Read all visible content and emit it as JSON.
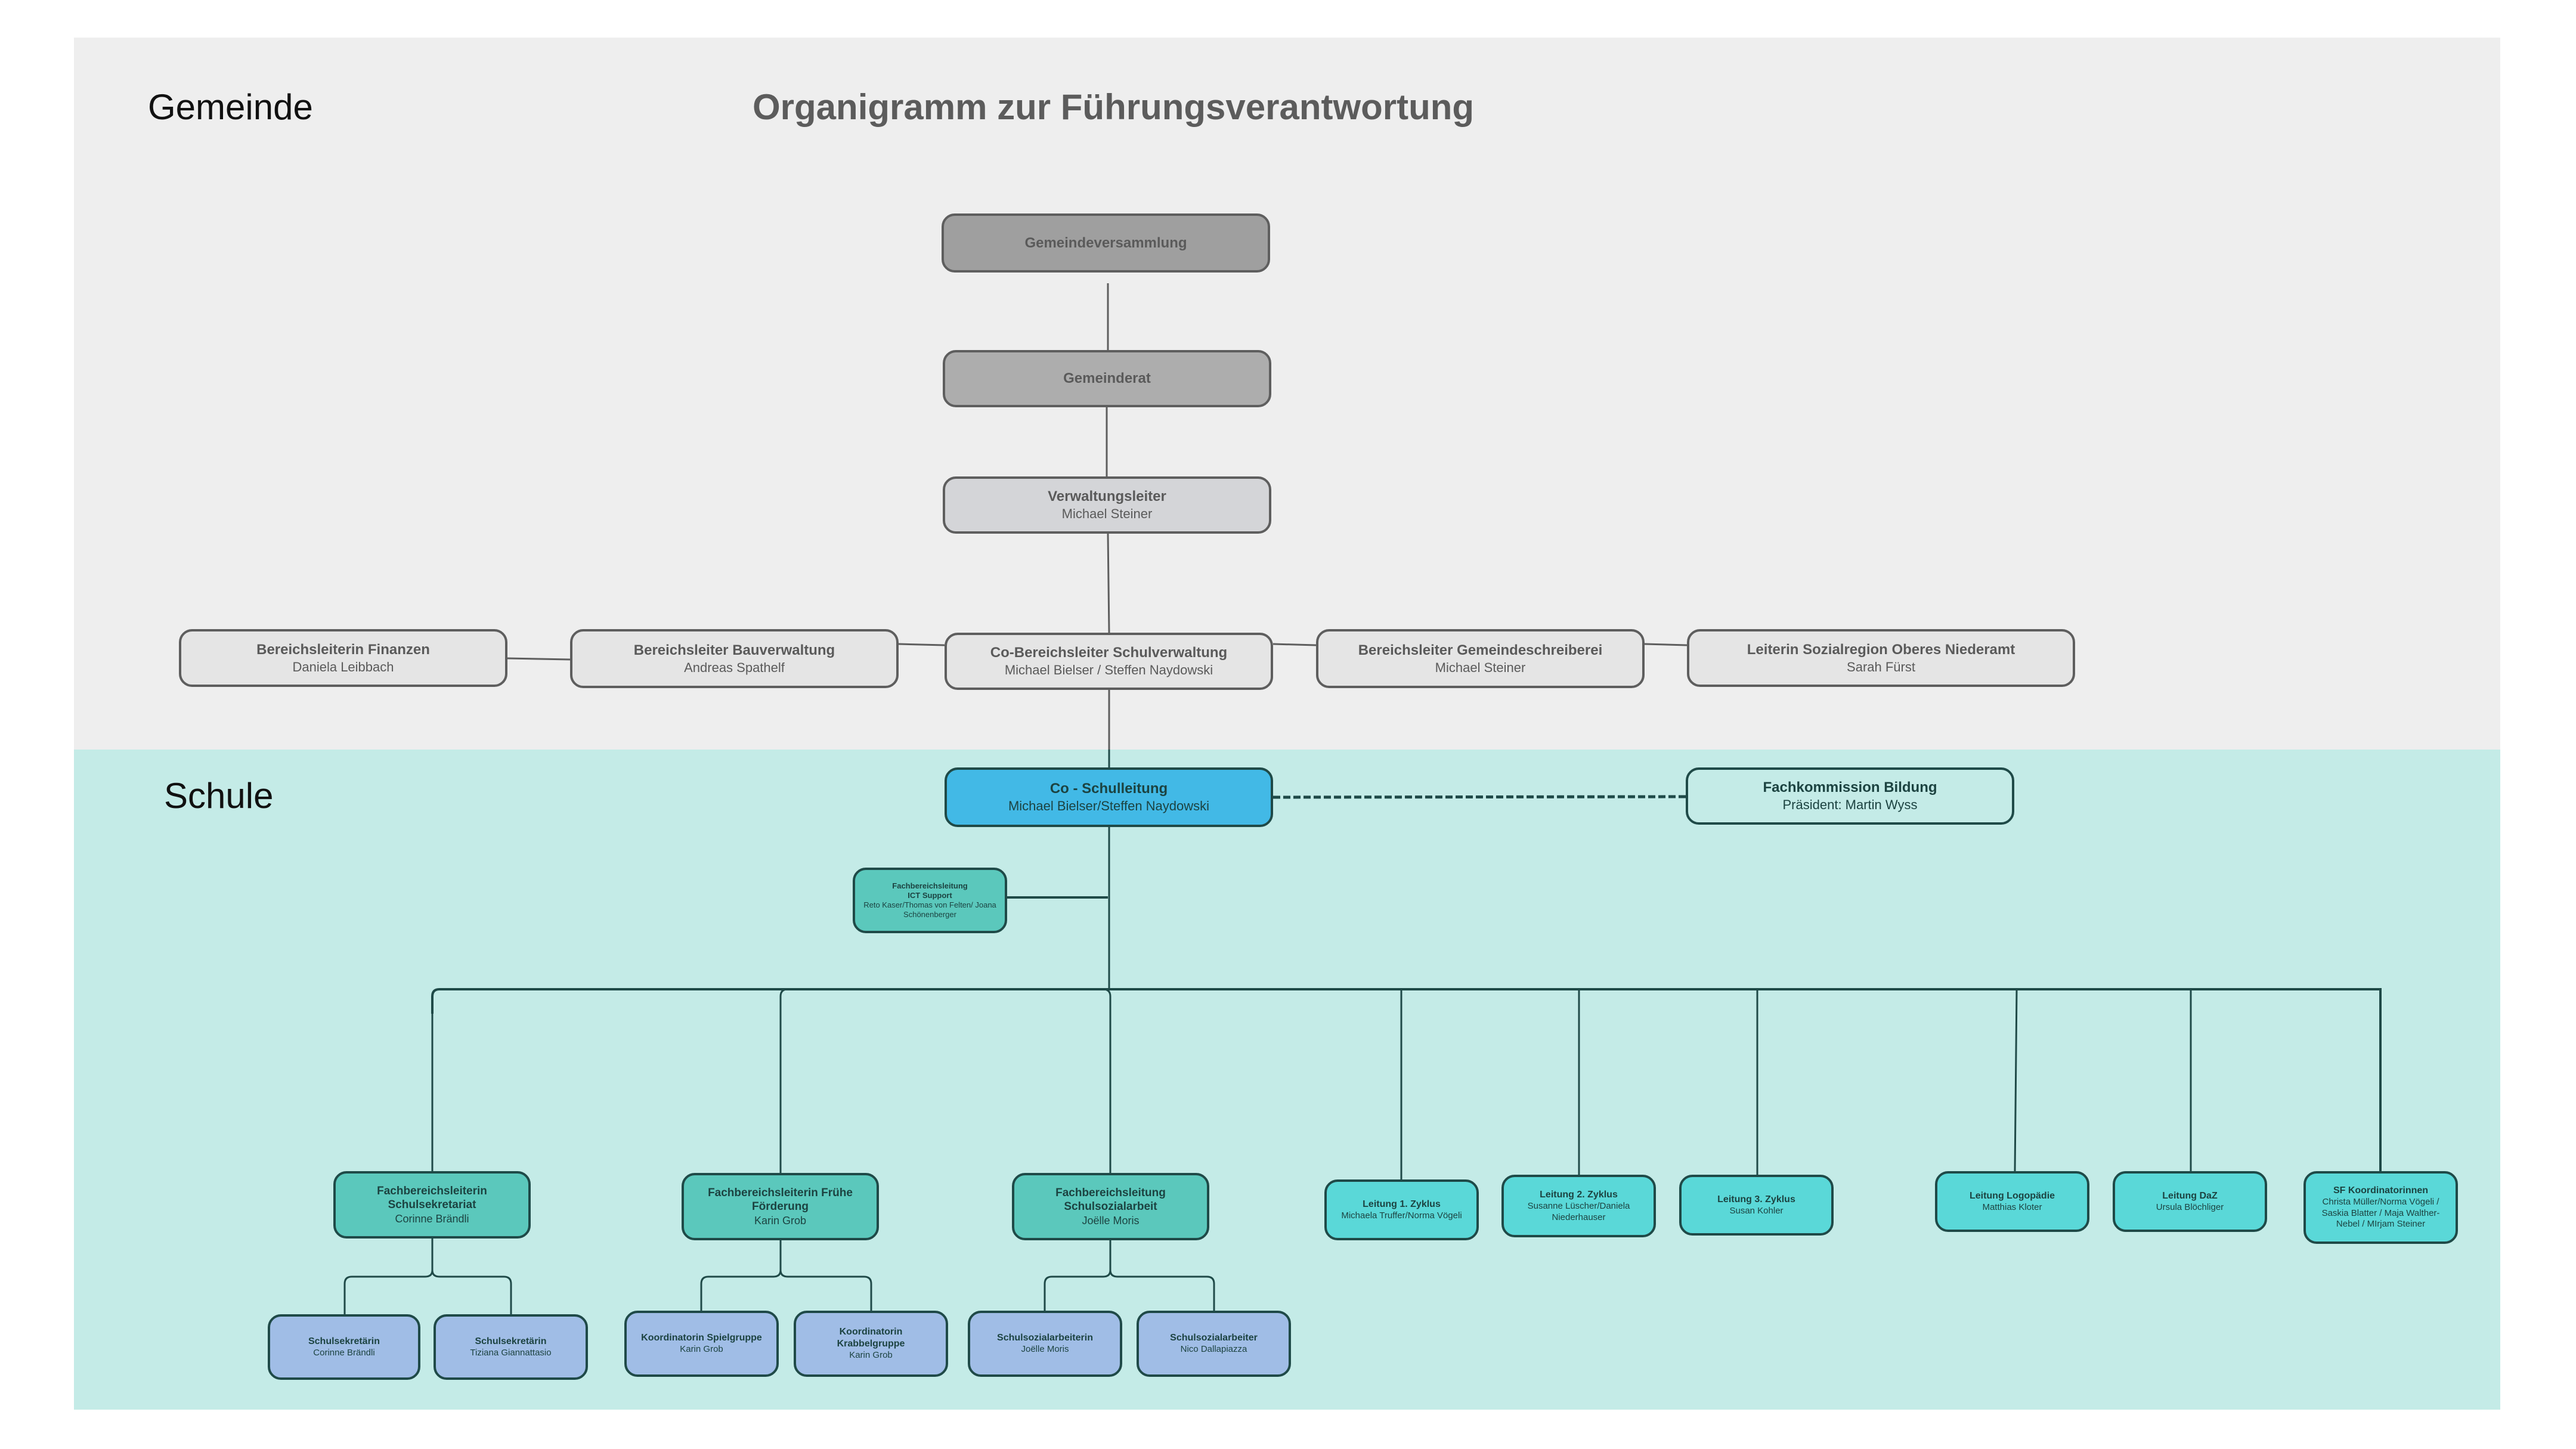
{
  "header": {
    "title": "Organigramm zur Führungsverantwortung"
  },
  "sections": {
    "gemeinde": "Gemeinde",
    "schule": "Schule"
  },
  "colors": {
    "gemeinde_band": "#eeeeee",
    "schule_band": "#c4ebe7",
    "schulleitung": "#42b9e6",
    "fachbereich": "#5bc8bc",
    "leitung": "#5ad8d8",
    "mitarbeitende": "#a0bde6",
    "line_gemeinde": "#5e5e5e",
    "line_schule": "#1f4a48"
  },
  "gemeinde": {
    "gemeindeversammlung": {
      "title": "Gemeindeversammlung"
    },
    "gemeinderat": {
      "title": "Gemeinderat"
    },
    "verwaltungsleiter": {
      "title": "Verwaltungsleiter",
      "name": "Michael Steiner"
    },
    "bereiche": [
      {
        "title": "Bereichsleiterin Finanzen",
        "name": "Daniela Leibbach"
      },
      {
        "title": "Bereichsleiter Bauverwaltung",
        "name": "Andreas Spathelf"
      },
      {
        "title": "Co-Bereichsleiter Schulverwaltung",
        "name": "Michael Bielser / Steffen Naydowski"
      },
      {
        "title": "Bereichsleiter Gemeindeschreiberei",
        "name": "Michael Steiner"
      },
      {
        "title": "Leiterin Sozialregion Oberes Niederamt",
        "name": "Sarah Fürst"
      }
    ]
  },
  "schule": {
    "schulleitung": {
      "title": "Co - Schulleitung",
      "name": "Michael Bielser/Steffen Naydowski"
    },
    "fachkommission": {
      "title": "Fachkommission Bildung",
      "name": "Präsident: Martin Wyss"
    },
    "ict": {
      "title_line1": "Fachbereichsleitung",
      "title_line2": "ICT Support",
      "name": "Reto Kaser/Thomas von Felten/ Joana Schönenberger"
    },
    "fachbereiche": [
      {
        "title": "Fachbereichsleiterin Schulsekretariat",
        "name": "Corinne Brändli"
      },
      {
        "title": "Fachbereichsleiterin Frühe Förderung",
        "name": "Karin Grob"
      },
      {
        "title": "Fachbereichsleitung Schulsozialarbeit",
        "name": "Joëlle Moris"
      }
    ],
    "leitungen": [
      {
        "title": "Leitung 1. Zyklus",
        "name": "Michaela Truffer/Norma Vögeli"
      },
      {
        "title": "Leitung 2. Zyklus",
        "name": "Susanne Lüscher/Daniela Niederhauser"
      },
      {
        "title": "Leitung 3. Zyklus",
        "name": "Susan Kohler"
      },
      {
        "title": "Leitung Logopädie",
        "name": "Matthias Kloter"
      },
      {
        "title": "Leitung DaZ",
        "name": "Ursula Blöchliger"
      },
      {
        "title": "SF Koordinatorinnen",
        "name": "Christa Müller/Norma Vögeli / Saskia Blatter / Maja Walther-Nebel / MIrjam Steiner"
      }
    ],
    "mitarbeitende": [
      {
        "title": "Schulsekretärin",
        "name": "Corinne Brändli"
      },
      {
        "title": "Schulsekretärin",
        "name": "Tiziana Giannattasio"
      },
      {
        "title": "Koordinatorin Spielgruppe",
        "name": "Karin Grob"
      },
      {
        "title": "Koordinatorin Krabbelgruppe",
        "name": "Karin Grob"
      },
      {
        "title": "Schulsozialarbeiterin",
        "name": "Joëlle Moris"
      },
      {
        "title": "Schulsozialarbeiter",
        "name": "Nico Dallapiazza"
      }
    ]
  }
}
